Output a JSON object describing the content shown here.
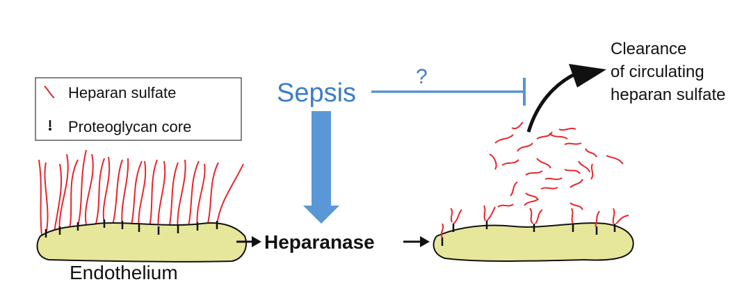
{
  "legend": {
    "items": [
      {
        "label": "Heparan sulfate",
        "icon": "red-squiggle"
      },
      {
        "label": "Proteoglycan core",
        "icon": "black-peg"
      }
    ]
  },
  "labels": {
    "sepsis": "Sepsis",
    "question": "?",
    "heparanase": "Heparanase",
    "endothelium": "Endothelium",
    "clearance": [
      "Clearance",
      "of circulating",
      "heparan sulfate"
    ]
  },
  "colors": {
    "heparan_sulfate": "#e8242a",
    "sepsis": "#3d7cc9",
    "inhibition_line": "#5b93d0",
    "sepsis_arrow": "#5a97d6",
    "endothelium_fill": "#e6e79a",
    "outline": "#111111"
  }
}
